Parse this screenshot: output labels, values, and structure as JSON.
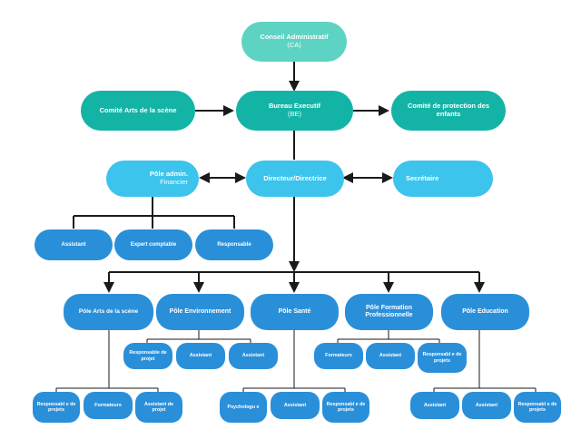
{
  "colors": {
    "dark_teal": "#13b4a6",
    "mint": "#5cd3c3",
    "sky_blue": "#3cc4ec",
    "blue": "#2a8fd9",
    "line": "#1a1a1a"
  },
  "top": {
    "ca": {
      "line1": "Conseil Administratif",
      "line2": "(CA)"
    },
    "be": {
      "line1": "Bureau Executif",
      "line2": "(BE)"
    },
    "arts_committee": "Comité Arts de la scène",
    "protection_committee": "Comité de protection des enfants"
  },
  "middle": {
    "director": "Directeur/Directrice",
    "pole_admin": {
      "line1": "Pôle admin.",
      "line2": "Financier"
    },
    "secretary": "Secrétaire"
  },
  "admin_staff": [
    "Assistant",
    "Expert comptable",
    "Responsable"
  ],
  "poles": [
    {
      "label": "Pôle Arts de la scène",
      "staff": [
        "Responsabl e de projets",
        "Formateurs",
        "Assistant de projet"
      ]
    },
    {
      "label": "Pôle Environnement",
      "staff": [
        "Responsable de projet",
        "Assistant",
        "Assistant"
      ]
    },
    {
      "label": "Pôle Santé",
      "staff": [
        "Psychologu e",
        "Assistant",
        "Responsabl e de projets"
      ]
    },
    {
      "label": "Pôle Formation Professionnelle",
      "staff": [
        "Formateurs",
        "Assistant",
        "Responsabl e de projets"
      ]
    },
    {
      "label": "Pôle Education",
      "staff": [
        "Assistant",
        "Assistant",
        "Responsabl e de projets"
      ]
    }
  ]
}
